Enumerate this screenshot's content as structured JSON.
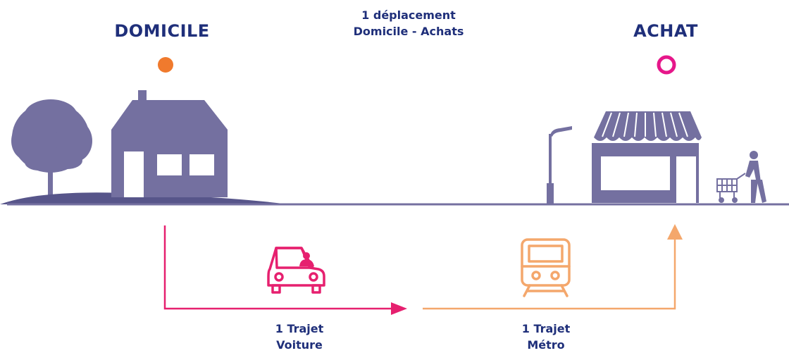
{
  "origin": {
    "label": "DOMICILE"
  },
  "destination": {
    "label": "ACHAT"
  },
  "trip": {
    "line1": "1 déplacement",
    "line2": "Domicile - Achats"
  },
  "segments": [
    {
      "mode_icon": "car-icon",
      "line1": "1 Trajet",
      "line2": "Voiture"
    },
    {
      "mode_icon": "train-icon",
      "line1": "1 Trajet",
      "line2": "Métro"
    }
  ],
  "colors": {
    "navy": "#1f2f7a",
    "orange": "#f07a2d",
    "pink": "#e6206f",
    "magenta": "#e6178a",
    "light_orange": "#f4a76c",
    "silhouette": "#7470a0"
  }
}
